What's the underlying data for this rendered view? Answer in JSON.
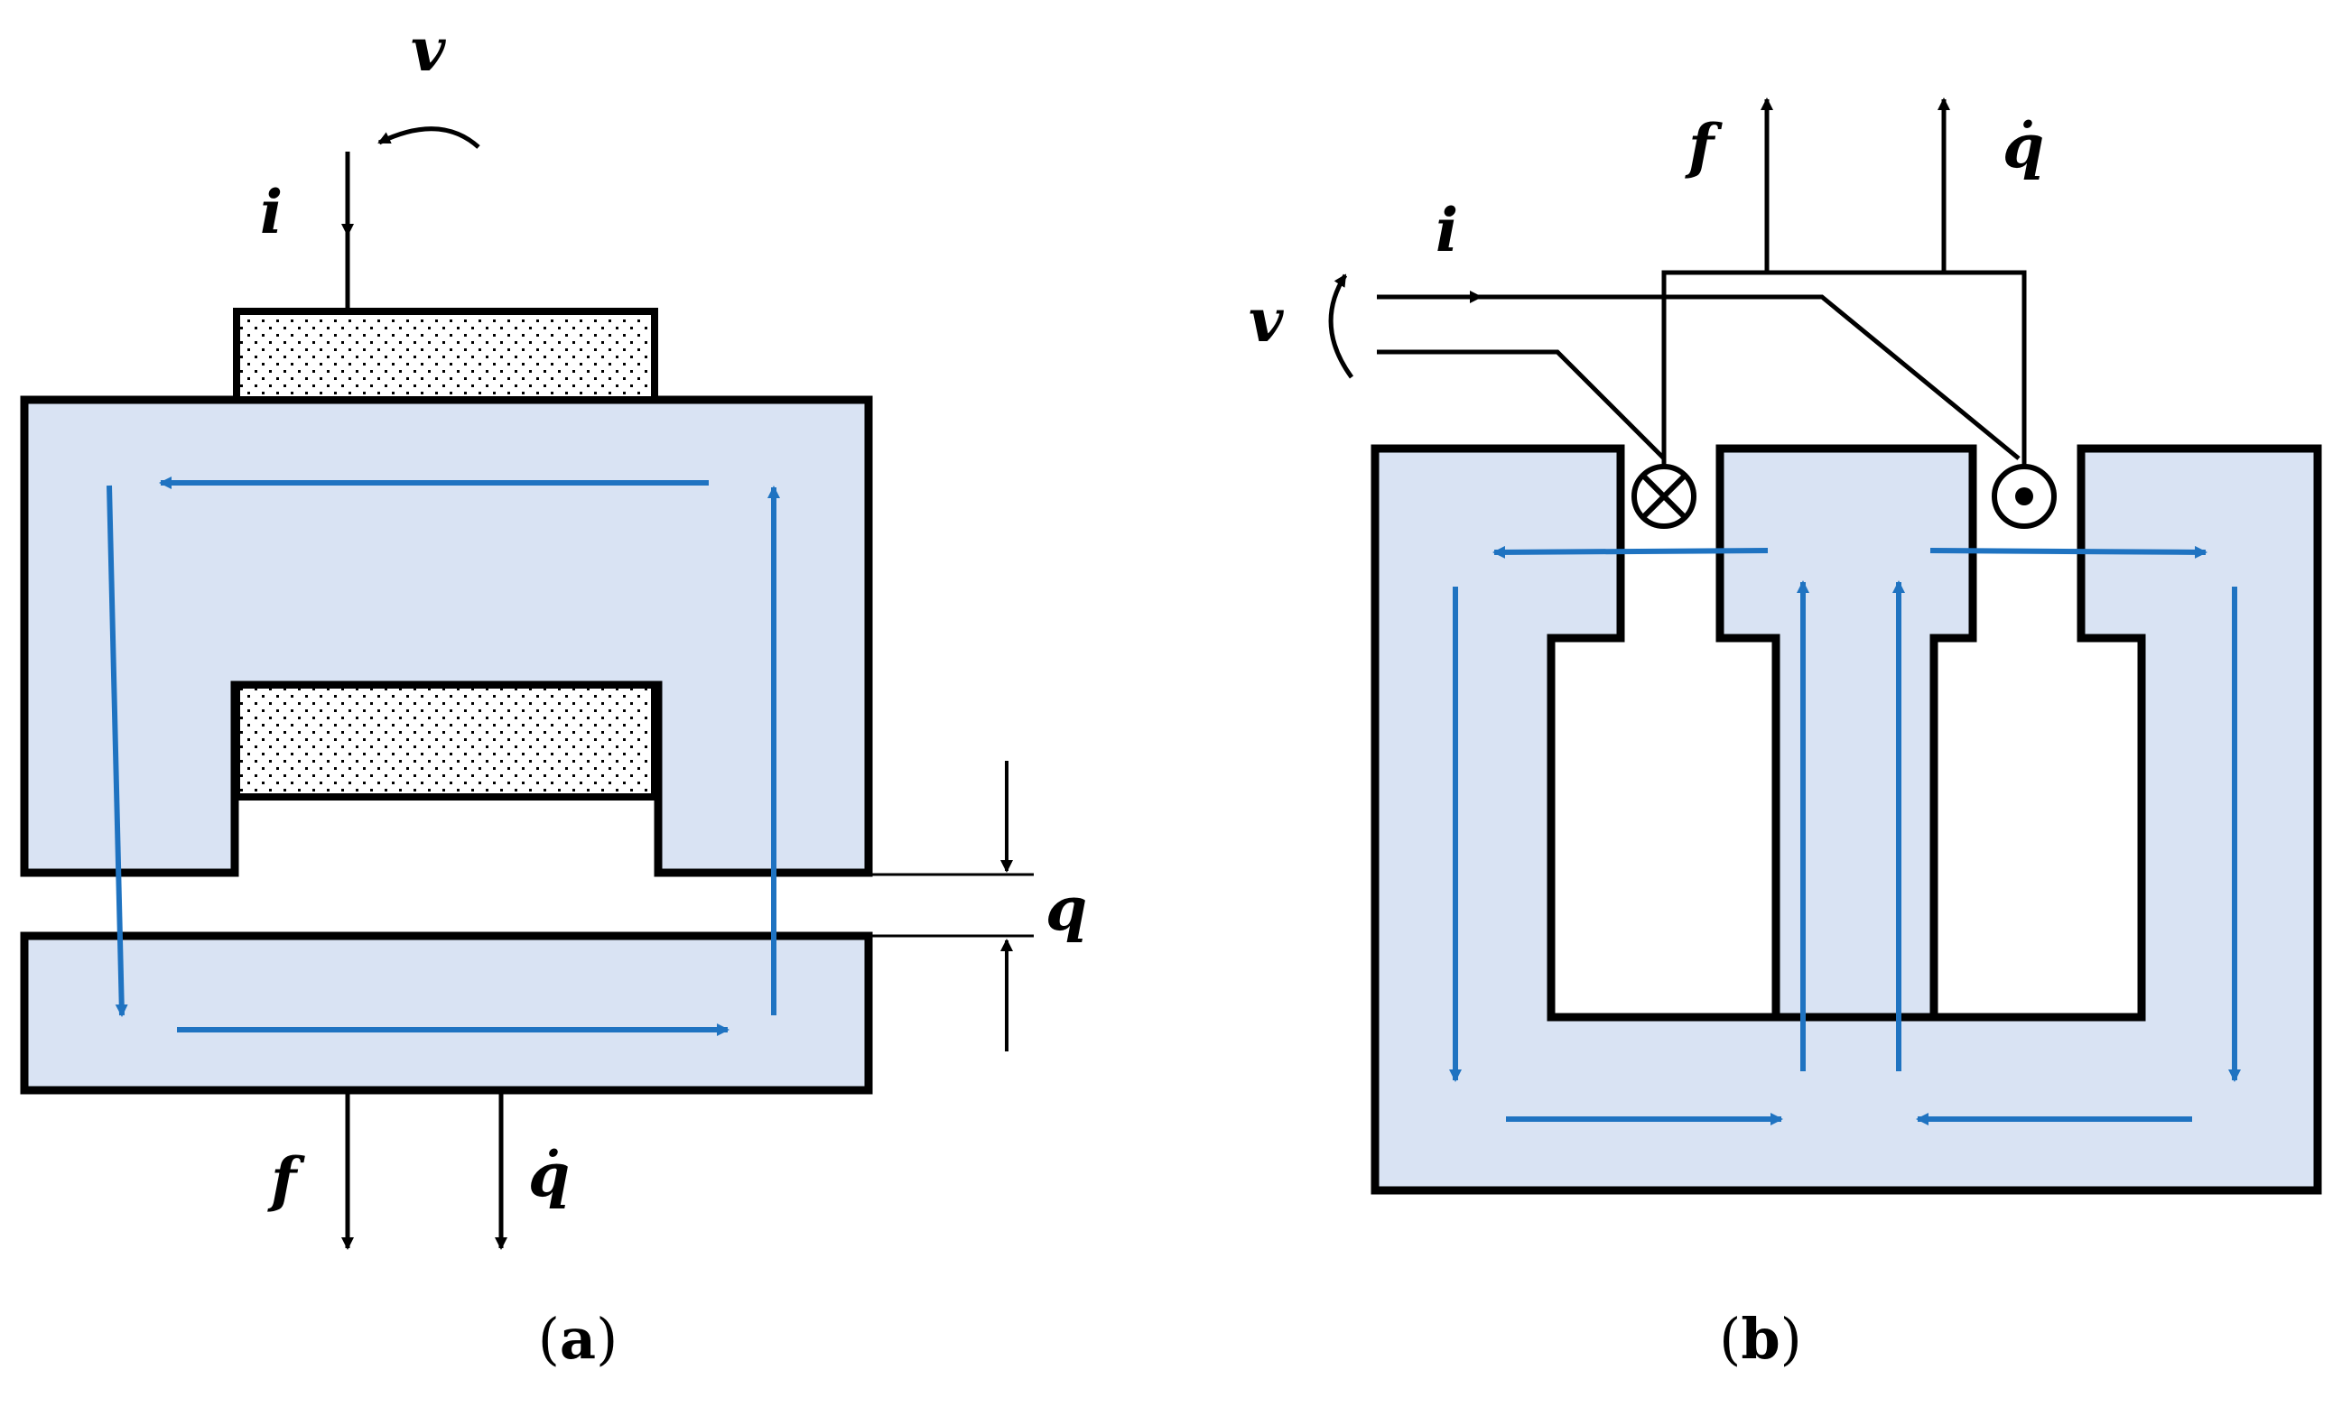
{
  "colors": {
    "core_fill": "#d9e3f3",
    "flux_arrow": "#1f73c1",
    "outline": "#000000"
  },
  "panel_a": {
    "caption_open": "(",
    "caption_letter": "a",
    "caption_close": ")",
    "current_label": "i",
    "voltage_label": "v",
    "force_label": "f",
    "velocity_label": "q̇",
    "gap_label": "q"
  },
  "panel_b": {
    "caption_open": "(",
    "caption_letter": "b",
    "caption_close": ")",
    "current_label": "i",
    "voltage_label": "v",
    "force_label": "f",
    "velocity_label": "q̇",
    "conductor_into_symbol": "cross-in-circle",
    "conductor_out_symbol": "dot-in-circle"
  }
}
